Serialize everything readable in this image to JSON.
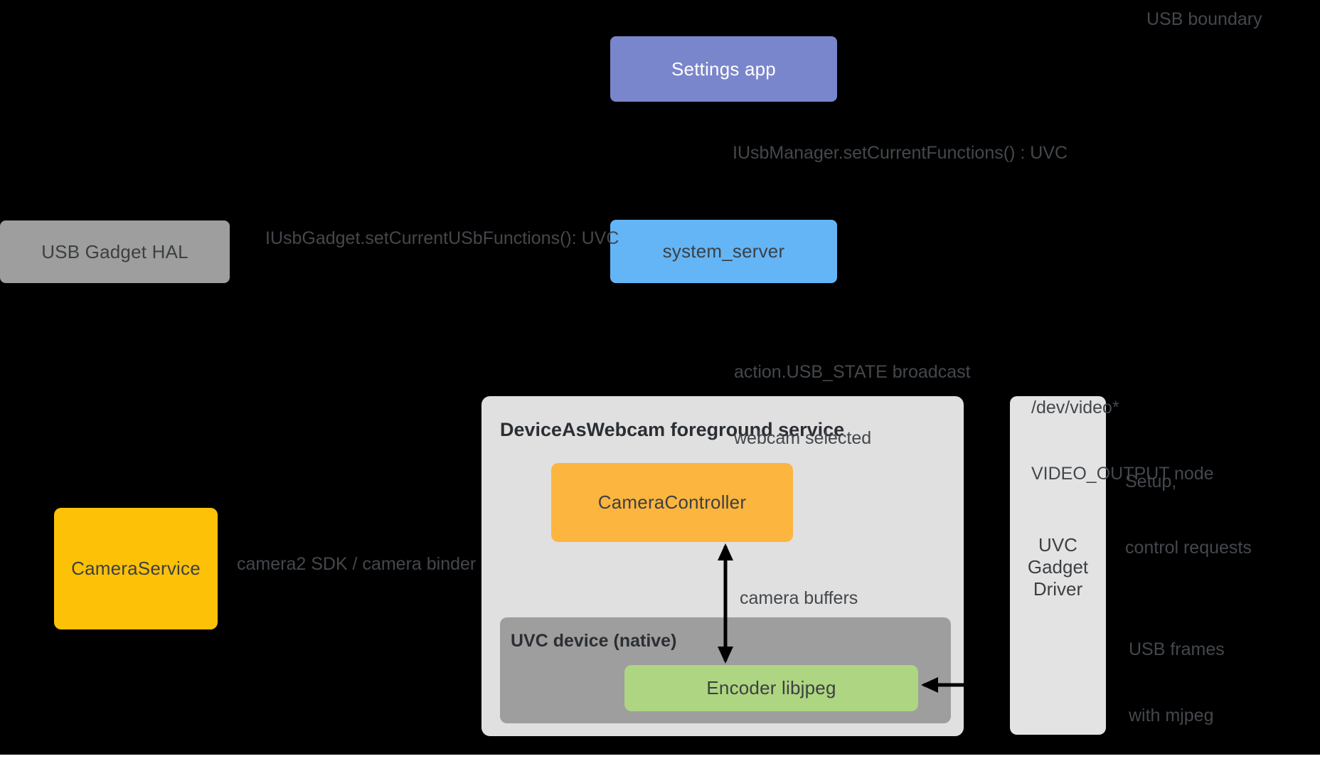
{
  "colors": {
    "background": "#000000",
    "arrow": "#000000",
    "annotation_text": "#44484C",
    "box_text_dark": "#3C4043",
    "title_text": "#2B2F33",
    "settings_fill": "#7986CB",
    "settings_text": "#FFFFFF",
    "system_server_fill": "#64B5F6",
    "hal_fill": "#9E9E9E",
    "camera_service_fill": "#FDC107",
    "container_fill": "#E0E0E0",
    "camera_controller_fill": "#FCB53F",
    "uvc_device_fill": "#9E9E9E",
    "encoder_fill": "#AED581",
    "driver_fill": "#E3E3E3"
  },
  "boxes": {
    "settings_app": {
      "label": "Settings app"
    },
    "system_server": {
      "label": "system_server"
    },
    "usb_gadget_hal": {
      "label": "USB Gadget HAL"
    },
    "camera_service": {
      "label": "CameraService"
    },
    "camera_controller": {
      "label": "CameraController"
    },
    "encoder": {
      "label": "Encoder libjpeg"
    },
    "uvc_gadget_driver": {
      "lines": [
        "UVC",
        "Gadget",
        "Driver"
      ]
    }
  },
  "containers": {
    "daw_service": {
      "title": "DeviceAsWebcam foreground service"
    },
    "uvc_device": {
      "title": "UVC device (native)"
    }
  },
  "annotations": {
    "usb_boundary": {
      "text": "USB boundary"
    },
    "iusb_manager": {
      "text": "IUsbManager.setCurrentFunctions() : UVC"
    },
    "iusb_gadget": {
      "text": "IUsbGadget.setCurrentUSbFunctions(): UVC"
    },
    "usb_state": {
      "lines": [
        "action.USB_STATE broadcast",
        "webcam selected"
      ]
    },
    "dev_video": {
      "lines": [
        "/dev/video*",
        "VIDEO_OUTPUT node"
      ]
    },
    "setup_control": {
      "lines": [
        "Setup,",
        "control requests"
      ]
    },
    "camera2_sdk": {
      "text": "camera2 SDK / camera binder"
    },
    "camera_buffers": {
      "text": "camera buffers"
    },
    "usb_frames": {
      "lines": [
        "USB frames",
        "with mjpeg"
      ]
    }
  }
}
